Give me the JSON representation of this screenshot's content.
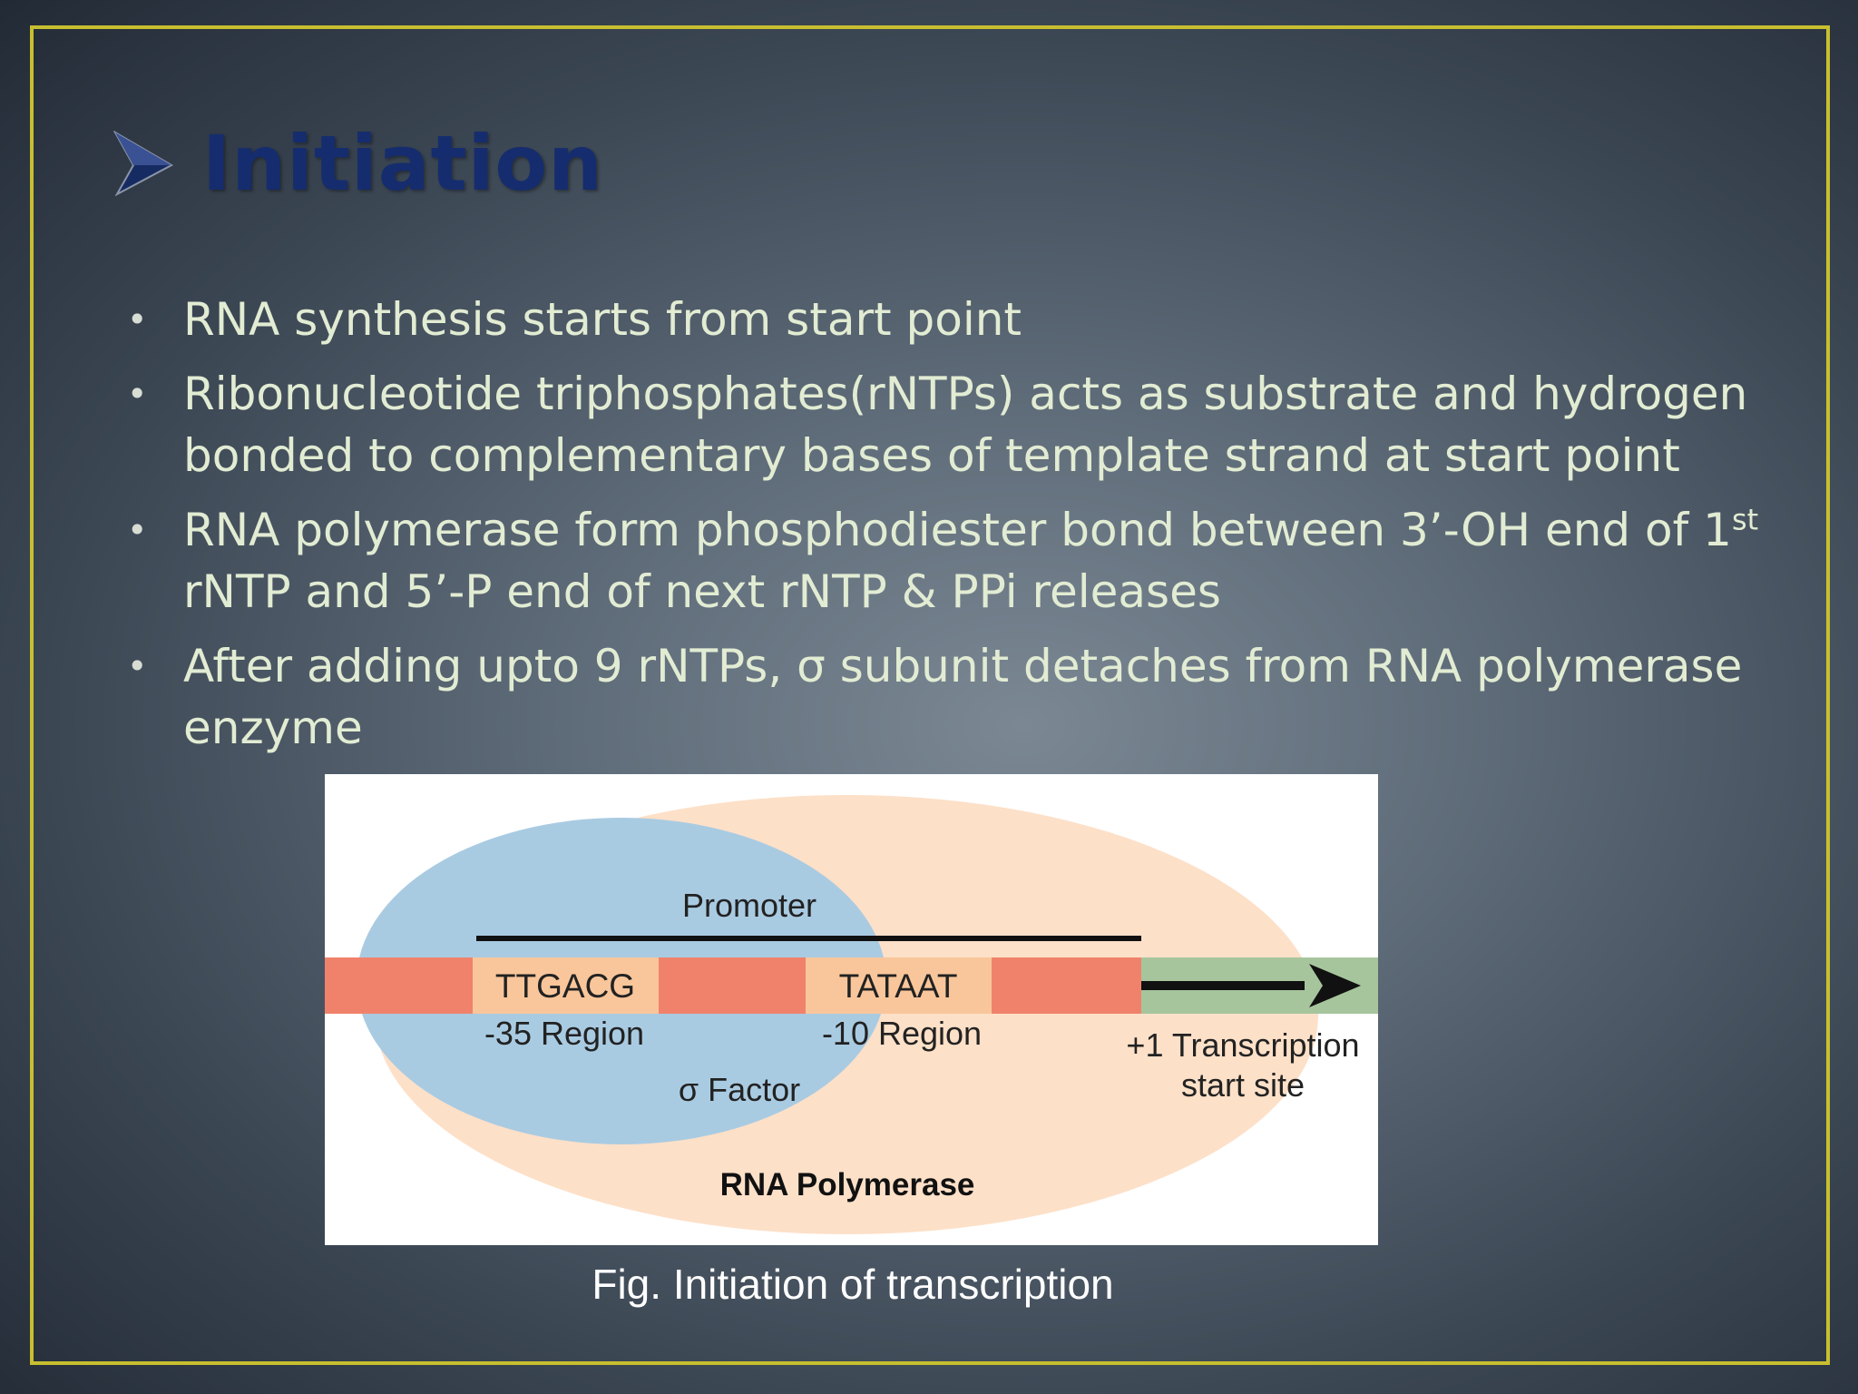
{
  "slide": {
    "title": "Initiation",
    "bullets": [
      {
        "text": "RNA synthesis starts from start point"
      },
      {
        "text": "Ribonucleotide triphosphates(rNTPs) acts as substrate and hydrogen bonded to complementary bases of template strand at start point"
      },
      {
        "text_before_sup": "RNA polymerase form phosphodiester bond between 3’-OH end of 1",
        "sup": "st",
        "text_after_sup": " rNTP and 5’-P end of next rNTP & PPi releases"
      },
      {
        "text": "After adding upto 9 rNTPs, σ subunit detaches from RNA polymerase enzyme"
      }
    ],
    "caption": "Fig. Initiation of transcription"
  },
  "figure": {
    "promoter": "Promoter",
    "box_minus35": "TTGACG",
    "box_minus10": "TATAAT",
    "label_minus35": "-35 Region",
    "label_minus10": "-10 Region",
    "sigma_factor": "σ Factor",
    "start_site_line1": "+1 Transcription",
    "start_site_line2": "start site",
    "polymerase": "RNA Polymerase",
    "colors": {
      "polymerase": "#fde0c8",
      "sigma": "#a9cbe2",
      "dna": "#f0826b",
      "box": "#f9c69b",
      "transcribed": "#a7c59d"
    }
  },
  "theme": {
    "title_color": "#152d6e",
    "text_color": "#e2ecd3",
    "frame_color": "#c7bf2f"
  }
}
